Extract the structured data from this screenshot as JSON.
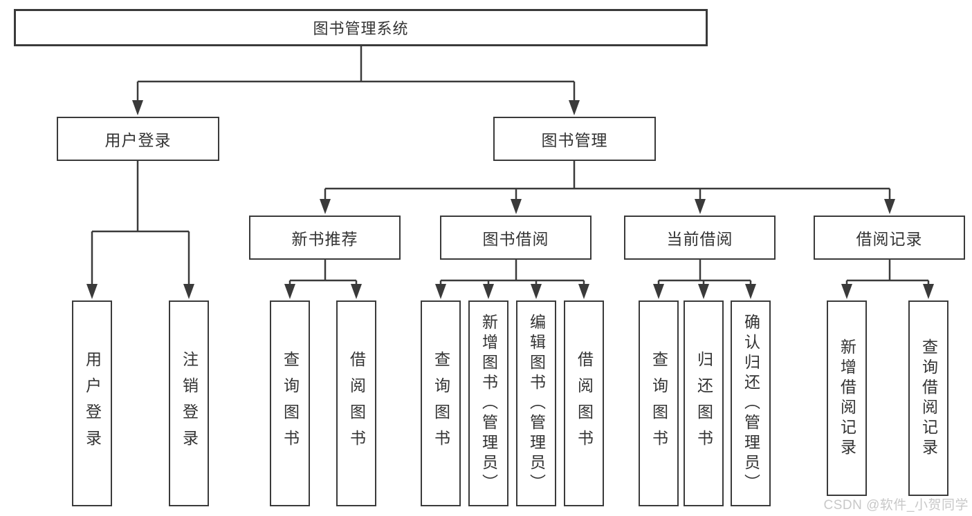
{
  "diagram": {
    "tree": {
      "root": "图书管理系统",
      "children": [
        {
          "label": "用户登录",
          "children": [
            {
              "label": "用户登录"
            },
            {
              "label": "注销登录"
            }
          ]
        },
        {
          "label": "图书管理",
          "children": [
            {
              "label": "新书推荐",
              "children": [
                {
                  "label": "查询图书"
                },
                {
                  "label": "借阅图书"
                }
              ]
            },
            {
              "label": "图书借阅",
              "children": [
                {
                  "label": "查询图书"
                },
                {
                  "label": "新增图书（管理员）"
                },
                {
                  "label": "编辑图书（管理员）"
                },
                {
                  "label": "借阅图书"
                }
              ]
            },
            {
              "label": "当前借阅",
              "children": [
                {
                  "label": "查询图书"
                },
                {
                  "label": "归还图书"
                },
                {
                  "label": "确认归还（管理员）"
                }
              ]
            },
            {
              "label": "借阅记录",
              "children": [
                {
                  "label": "新增借阅记录"
                },
                {
                  "label": "查询借阅记录"
                }
              ]
            }
          ]
        }
      ]
    },
    "watermark": "CSDN @软件_小贺同学",
    "colors": {
      "line": "#3a3a3a",
      "text": "#333333",
      "watermark": "#c8c8c8",
      "background": "#ffffff"
    }
  }
}
